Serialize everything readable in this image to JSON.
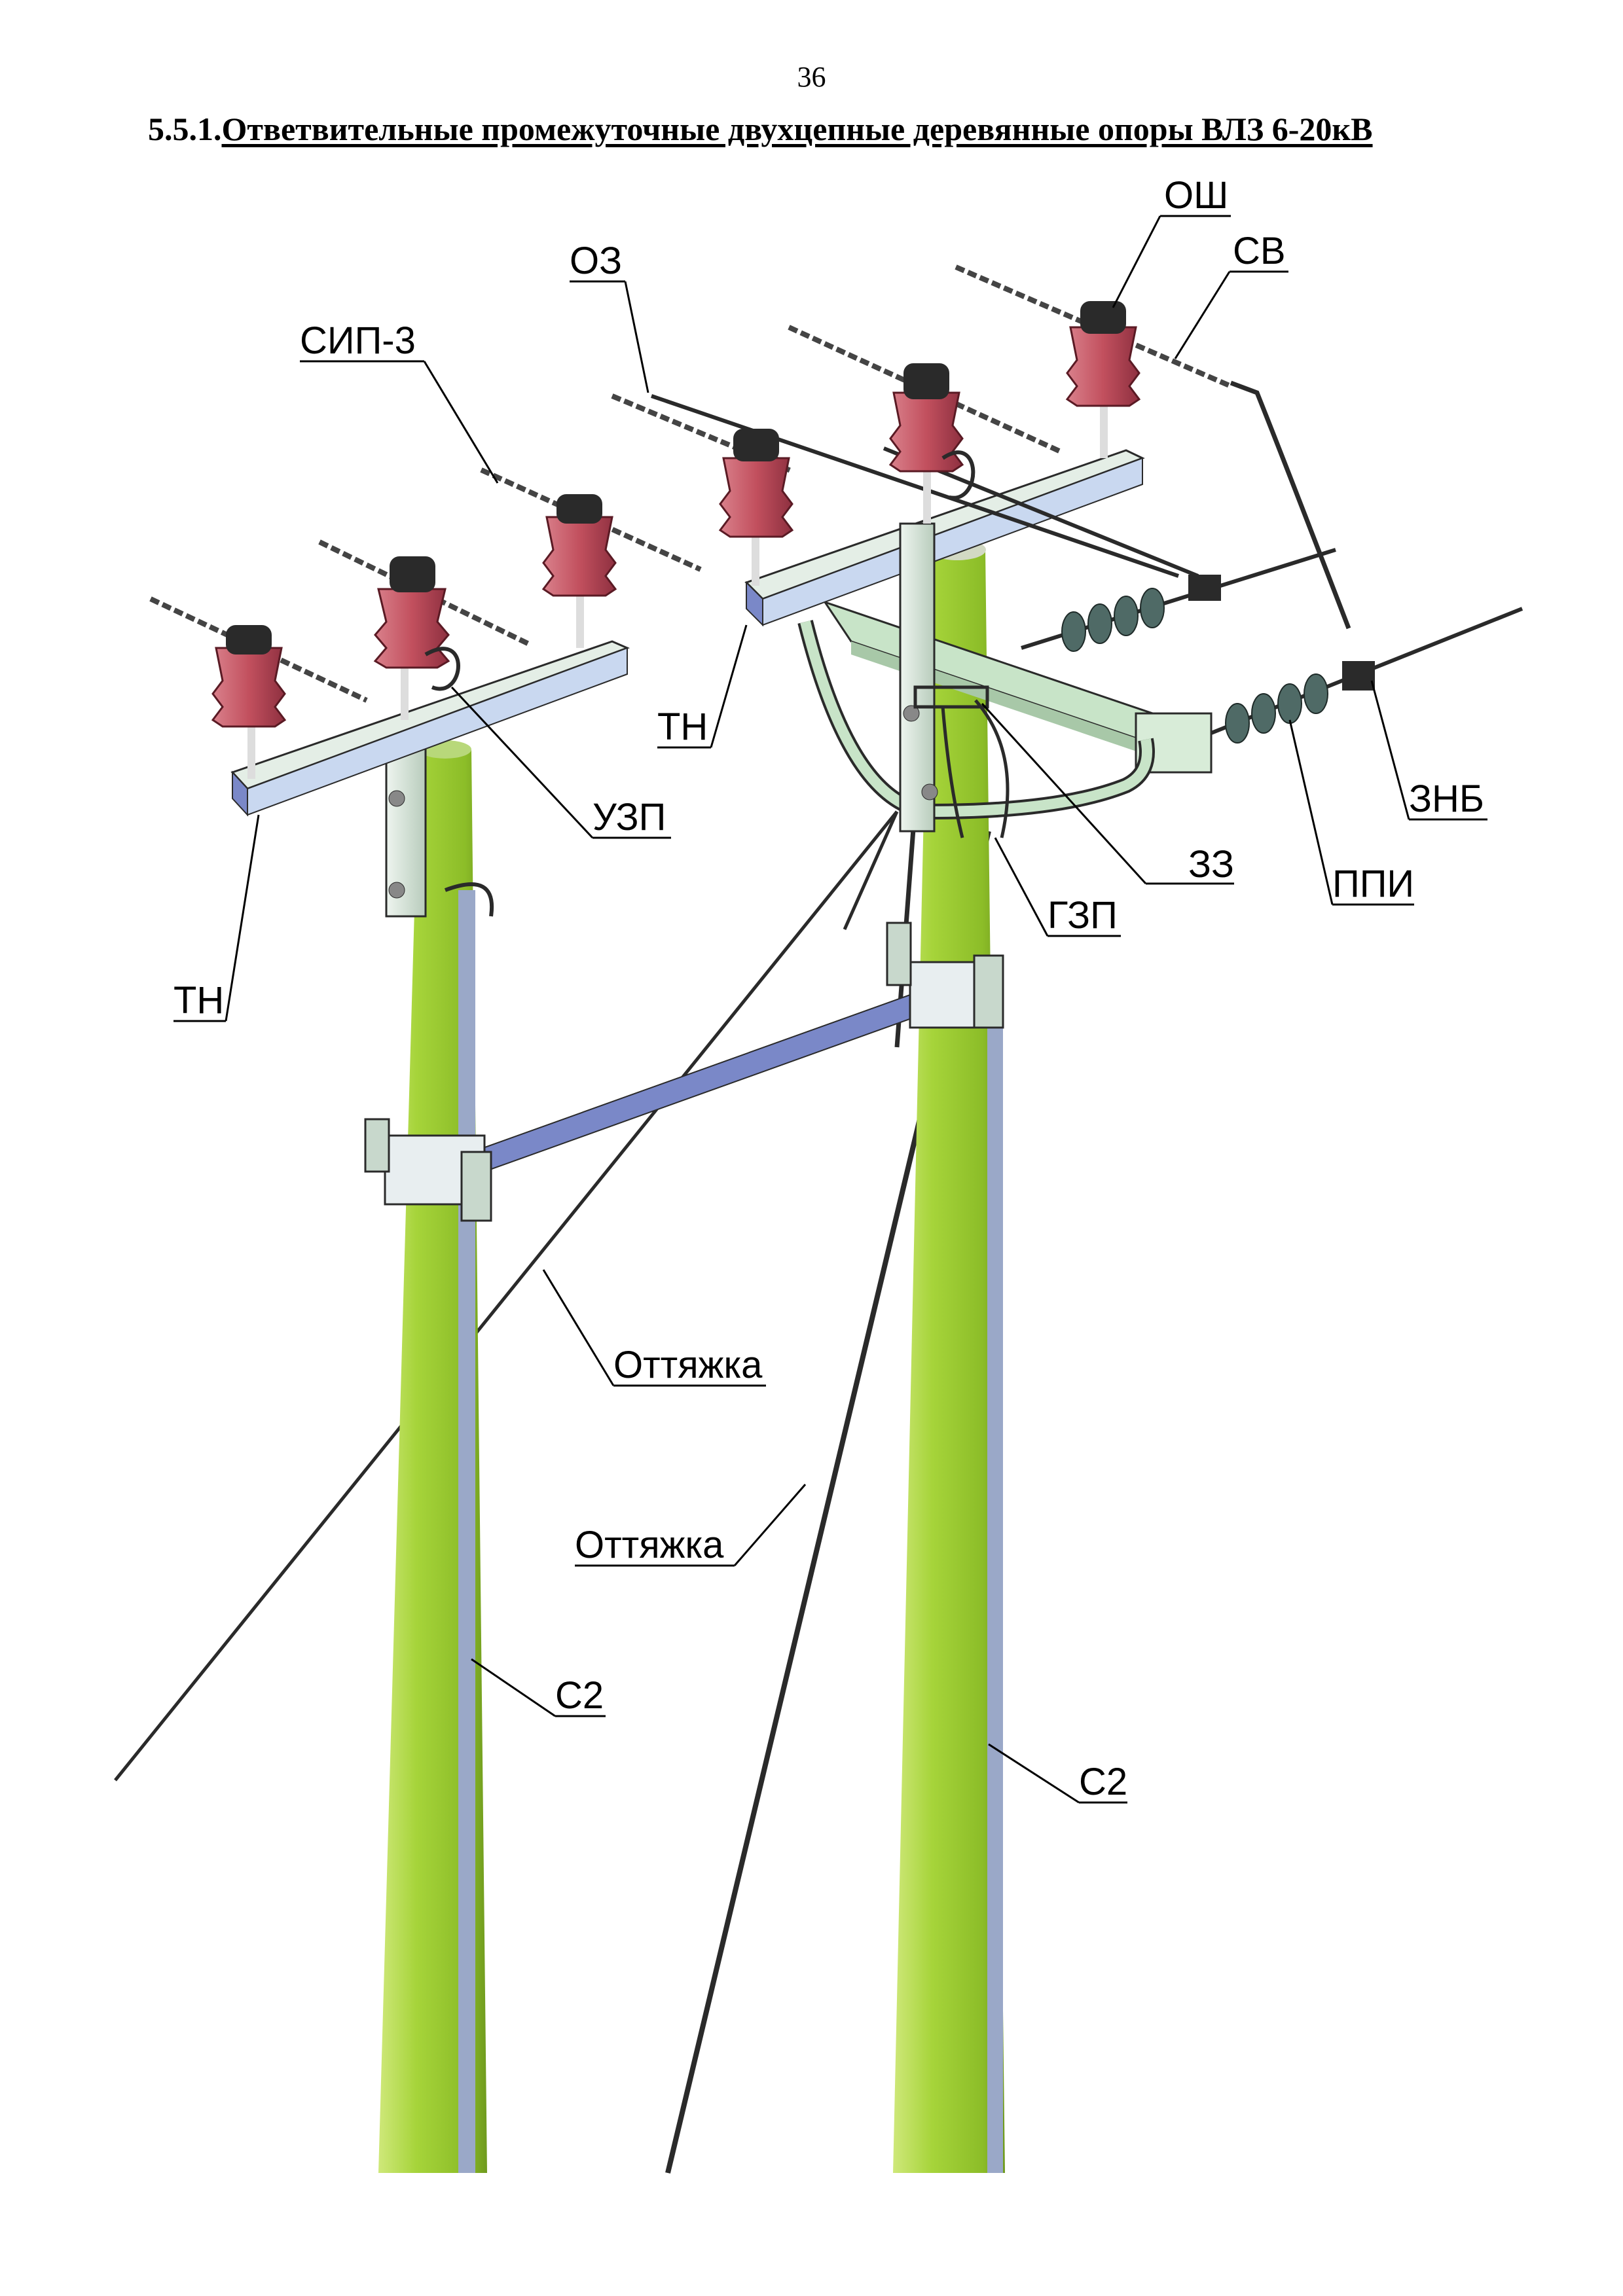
{
  "page_number": "36",
  "title": {
    "number": "5.5.1.",
    "text": "Ответвительные промежуточные двухцепные деревянные опоры ВЛЗ 6-20кВ"
  },
  "labels": {
    "osh": "ОШ",
    "sv": "СВ",
    "oz": "ОЗ",
    "sip3": "СИП-3",
    "tn_right": "ТН",
    "uzp": "УЗП",
    "zz": "ЗЗ",
    "gzp": "ГЗП",
    "znb": "ЗНБ",
    "ppi": "ППИ",
    "tn_left": "ТН",
    "ottyazhka_1": "Оттяжка",
    "ottyazhka_2": "Оттяжка",
    "c2_left": "С2",
    "c2_right": "С2"
  },
  "colors": {
    "pole_green": "#a6d43a",
    "insulator_red": "#c2505e",
    "crossarm_metal": "#d8e8dc",
    "bracket_blue": "#7a88c8",
    "ppi_insulator": "#4f6a66"
  }
}
